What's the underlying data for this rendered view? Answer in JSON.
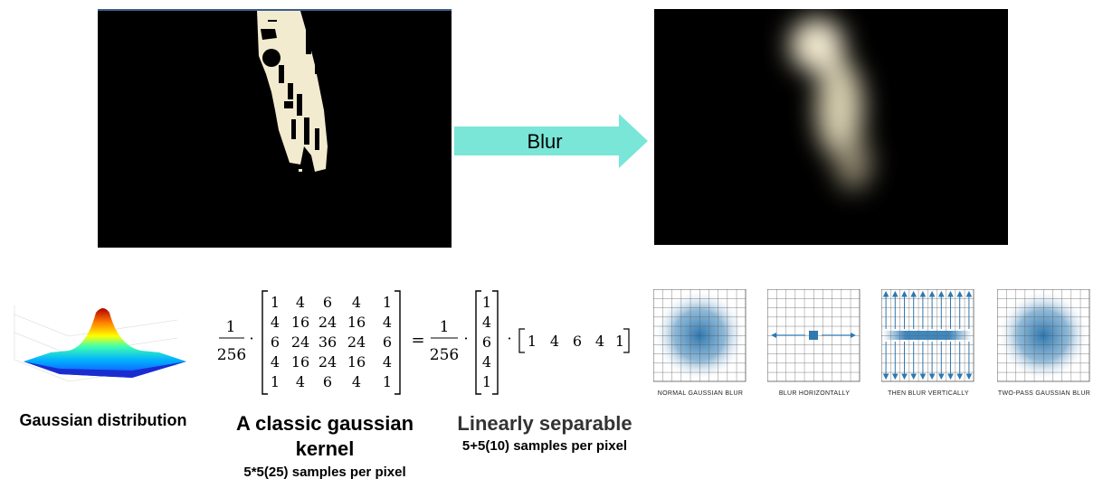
{
  "arrow_label": "Blur",
  "colors": {
    "arrow": "#79e6d7",
    "blur_glow": "#f3ead0",
    "grid_blue": "#2f78b0"
  },
  "captions": {
    "gaussian_distribution": "Gaussian distribution",
    "classic_kernel_line1": "A classic gaussian",
    "classic_kernel_line2": "kernel",
    "classic_kernel_samples": "5*5(25) samples per pixel",
    "separable_title": "Linearly separable",
    "separable_samples": "5+5(10) samples per pixel"
  },
  "equation": {
    "frac_num": "1",
    "frac_den": "256",
    "dot": "·",
    "equals": "=",
    "matrix": [
      [
        "1",
        "4",
        "6",
        "4",
        "1"
      ],
      [
        "4",
        "16",
        "24",
        "16",
        "4"
      ],
      [
        "6",
        "24",
        "36",
        "24",
        "6"
      ],
      [
        "4",
        "16",
        "24",
        "16",
        "4"
      ],
      [
        "1",
        "4",
        "6",
        "4",
        "1"
      ]
    ],
    "column": [
      "1",
      "4",
      "6",
      "4",
      "1"
    ],
    "row": [
      "1",
      "4",
      "6",
      "4",
      "1"
    ]
  },
  "blur_steps": [
    "NORMAL GAUSSIAN BLUR",
    "BLUR HORIZONTALLY",
    "THEN BLUR VERTICALLY",
    "TWO-PASS GAUSSIAN BLUR"
  ]
}
